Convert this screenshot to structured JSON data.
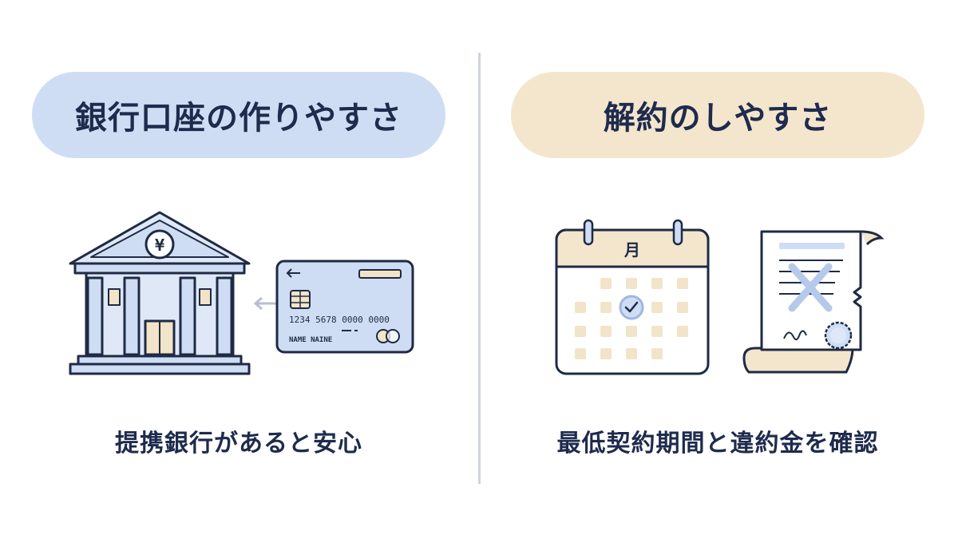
{
  "left": {
    "title": "銀行口座の作りやすさ",
    "caption": "提携銀行があると安心",
    "bank_symbol": "¥",
    "card": {
      "number": "1234 5678 0000 0000",
      "name": "NAME NAINE"
    }
  },
  "right": {
    "title": "解約のしやすさ",
    "caption": "最低契約期間と違約金を確認",
    "calendar_label": "月"
  },
  "colors": {
    "left_accent": "#cfddf4",
    "right_accent": "#f4e6cd",
    "outline": "#1f2a44",
    "text": "#1e2b4d"
  },
  "icons": [
    "bank-icon",
    "credit-card-icon",
    "calendar-icon",
    "contract-document-icon"
  ]
}
